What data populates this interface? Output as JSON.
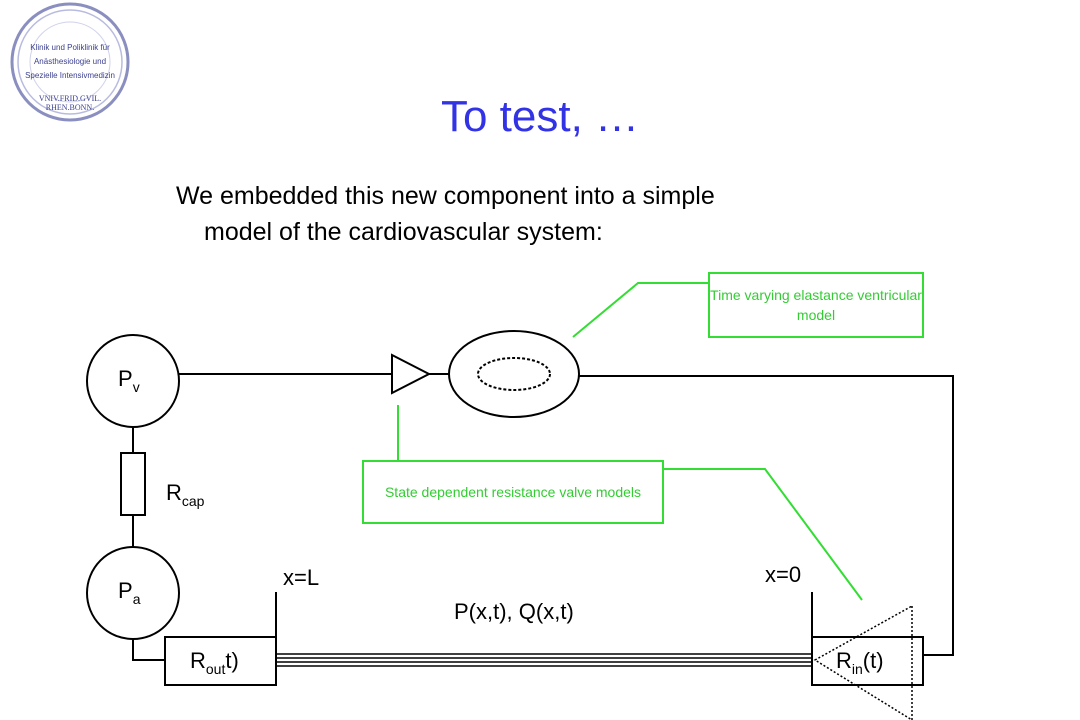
{
  "seal": {
    "line1": "Klinik und Poliklinik für",
    "line2": "Anästhesiologie und",
    "line3": "Spezielle Intensivmedizin",
    "motto1": "VNIV.FRID.GVIL.",
    "motto2": "RHEN.BONN."
  },
  "title": "To test, …",
  "body": {
    "line1": "We embedded this new component into a simple",
    "line2": "model of the cardiovascular system:"
  },
  "diagram": {
    "pv": {
      "main": "P",
      "sub": "v"
    },
    "pa": {
      "main": "P",
      "sub": "a"
    },
    "rcap": {
      "main": "R",
      "sub": "cap"
    },
    "rout": {
      "main": "R",
      "sub": "out",
      "tail": "t)"
    },
    "rin": {
      "main": "R",
      "sub": "in",
      "tail": "(t)"
    },
    "x_left": "x=L",
    "x_right": "x=0",
    "pq": "P(x,t), Q(x,t)",
    "callout_elastance": "Time varying elastance ventricular model",
    "callout_valve": "State dependent resistance valve models"
  },
  "colors": {
    "title": "#3333e6",
    "callout": "#33dd33",
    "seal": "#3b3f8f"
  }
}
